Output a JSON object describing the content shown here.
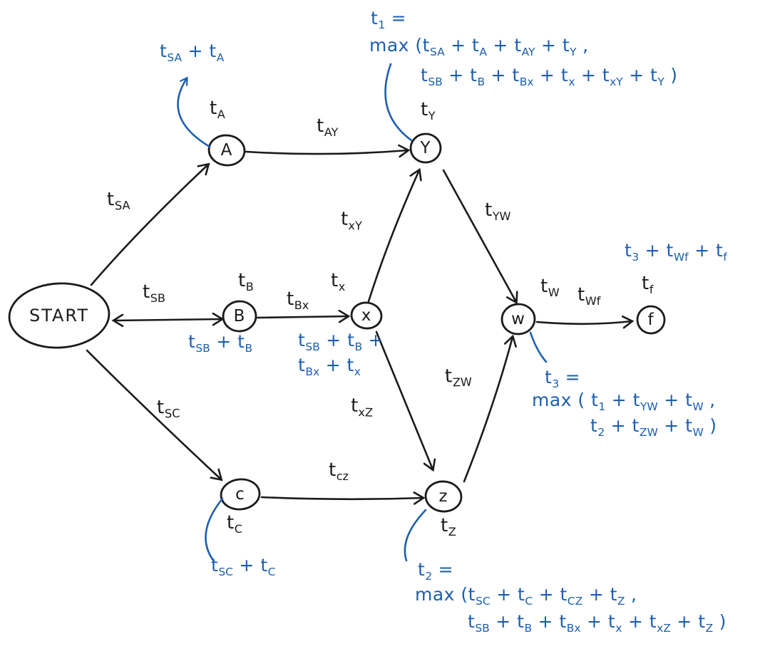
{
  "colors": {
    "ink": "#1b1b1b",
    "annotation_blue": "#1d5fae",
    "background": "#ffffff"
  },
  "nodes": {
    "start": {
      "label": "START"
    },
    "a": {
      "label": "A",
      "time": "t_A"
    },
    "b": {
      "label": "B",
      "time": "t_B"
    },
    "x": {
      "label": "x",
      "time": "t_x"
    },
    "y": {
      "label": "Y",
      "time": "t_Y"
    },
    "c": {
      "label": "c",
      "time": "t_C"
    },
    "z": {
      "label": "z",
      "time": "t_Z"
    },
    "w": {
      "label": "w",
      "time": "t_W"
    },
    "f": {
      "label": "f",
      "time": "t_f"
    }
  },
  "edges": {
    "sa": {
      "label": "t_SA"
    },
    "sb": {
      "label": "t_SB"
    },
    "sc": {
      "label": "t_SC"
    },
    "ay": {
      "label": "t_AY"
    },
    "bx": {
      "label": "t_Bx"
    },
    "xy": {
      "label": "t_xY"
    },
    "yw": {
      "label": "t_YW"
    },
    "xz": {
      "label": "t_xZ"
    },
    "cz": {
      "label": "t_cz"
    },
    "zw": {
      "label": "t_ZW"
    },
    "wf": {
      "label": "t_Wf"
    }
  },
  "annotations": {
    "a_arrival": "t_SA + t_A",
    "b_arrival": "t_SB + t_B",
    "x_arrival_line1": "t_SB + t_B +",
    "x_arrival_line2": "t_Bx + t_x",
    "c_arrival": "t_SC + t_C",
    "t1_line1": "t_1 =",
    "t1_line2": "max (t_SA + t_A + t_AY + t_Y ,",
    "t1_line3": "t_SB + t_B + t_Bx + t_x + t_xY + t_Y )",
    "t2_line1": "t_2 =",
    "t2_line2": "max (t_SC + t_C + t_CZ + t_Z ,",
    "t2_line3": "t_SB + t_B + t_Bx + t_x + t_xZ + t_Z )",
    "t3_line1": "t_3 =",
    "t3_line2": "max ( t_1 + t_YW + t_W ,",
    "t3_line3": "t_2 + t_ZW + t_W )",
    "f_total": "t_3 + t_Wf + t_f"
  }
}
